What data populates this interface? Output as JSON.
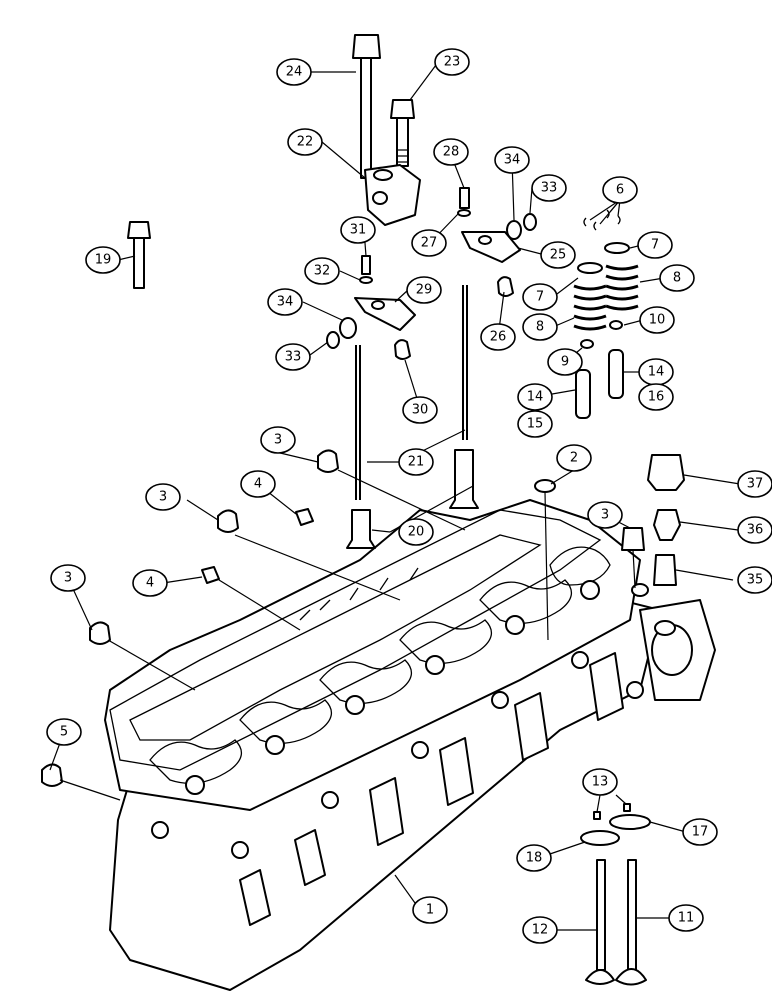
{
  "diagram": {
    "callouts": [
      {
        "id": "c1",
        "label": "1"
      },
      {
        "id": "c2",
        "label": "2"
      },
      {
        "id": "c3a",
        "label": "3"
      },
      {
        "id": "c3b",
        "label": "3"
      },
      {
        "id": "c3c",
        "label": "3"
      },
      {
        "id": "c3d",
        "label": "3"
      },
      {
        "id": "c4a",
        "label": "4"
      },
      {
        "id": "c4b",
        "label": "4"
      },
      {
        "id": "c5",
        "label": "5"
      },
      {
        "id": "c6",
        "label": "6"
      },
      {
        "id": "c7a",
        "label": "7"
      },
      {
        "id": "c7b",
        "label": "7"
      },
      {
        "id": "c8a",
        "label": "8"
      },
      {
        "id": "c8b",
        "label": "8"
      },
      {
        "id": "c9",
        "label": "9"
      },
      {
        "id": "c10",
        "label": "10"
      },
      {
        "id": "c11",
        "label": "11"
      },
      {
        "id": "c12",
        "label": "12"
      },
      {
        "id": "c13",
        "label": "13"
      },
      {
        "id": "c14a",
        "label": "14"
      },
      {
        "id": "c14b",
        "label": "14"
      },
      {
        "id": "c15",
        "label": "15"
      },
      {
        "id": "c16",
        "label": "16"
      },
      {
        "id": "c17",
        "label": "17"
      },
      {
        "id": "c18",
        "label": "18"
      },
      {
        "id": "c19",
        "label": "19"
      },
      {
        "id": "c20",
        "label": "20"
      },
      {
        "id": "c21",
        "label": "21"
      },
      {
        "id": "c22",
        "label": "22"
      },
      {
        "id": "c23",
        "label": "23"
      },
      {
        "id": "c24",
        "label": "24"
      },
      {
        "id": "c25",
        "label": "25"
      },
      {
        "id": "c26",
        "label": "26"
      },
      {
        "id": "c27",
        "label": "27"
      },
      {
        "id": "c28",
        "label": "28"
      },
      {
        "id": "c29",
        "label": "29"
      },
      {
        "id": "c30",
        "label": "30"
      },
      {
        "id": "c31",
        "label": "31"
      },
      {
        "id": "c32",
        "label": "32"
      },
      {
        "id": "c33a",
        "label": "33"
      },
      {
        "id": "c33b",
        "label": "33"
      },
      {
        "id": "c34a",
        "label": "34"
      },
      {
        "id": "c34b",
        "label": "34"
      },
      {
        "id": "c35",
        "label": "35"
      },
      {
        "id": "c36",
        "label": "36"
      },
      {
        "id": "c37",
        "label": "37"
      }
    ]
  }
}
